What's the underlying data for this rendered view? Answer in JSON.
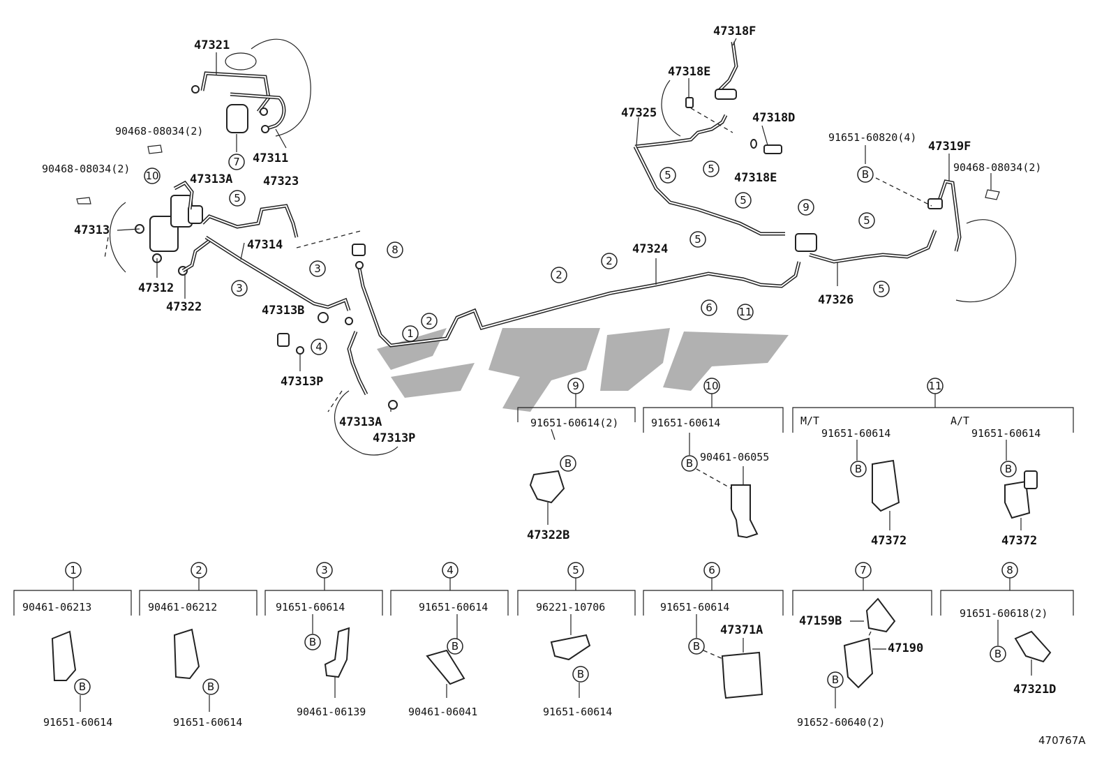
{
  "top_labels": {
    "l47321": "47321",
    "l47311": "47311",
    "l90468a": "90468-08034(2)",
    "l90468b": "90468-08034(2)",
    "l47313A": "47313A",
    "l47323": "47323",
    "l47313": "47313",
    "l47314": "47314",
    "l47312": "47312",
    "l47322": "47322",
    "l47313B": "47313B",
    "l47313P1": "47313P",
    "l47313A2": "47313A",
    "l47313P2": "47313P",
    "l47324": "47324",
    "l47318F": "47318F",
    "l47318E1": "47318E",
    "l47325": "47325",
    "l47318D": "47318D",
    "l47318E2": "47318E",
    "l91651_60820": "91651-60820(4)",
    "l47319F": "47319F",
    "l90468c": "90468-08034(2)",
    "l47326": "47326"
  },
  "circle_marks": {
    "c1": "1",
    "c2": "2",
    "c3": "3",
    "c4": "4",
    "c5": "5",
    "c6": "6",
    "c7": "7",
    "c8": "8",
    "c9": "9",
    "c10": "10",
    "c11": "11",
    "b": "B"
  },
  "details": {
    "d9": {
      "num": "9",
      "bolt": "91651-60614(2)",
      "part": "47322B"
    },
    "d10": {
      "num": "10",
      "bolt": "91651-60614",
      "clamp": "90461-06055"
    },
    "d11": {
      "num": "11",
      "mt": "M/T",
      "at": "A/T",
      "bolt_mt": "91651-60614",
      "bolt_at": "91651-60614",
      "part_mt": "47372",
      "part_at": "47372"
    },
    "d1": {
      "num": "1",
      "clamp": "90461-06213",
      "bolt": "91651-60614"
    },
    "d2": {
      "num": "2",
      "clamp": "90461-06212",
      "bolt": "91651-60614"
    },
    "d3": {
      "num": "3",
      "bolt": "91651-60614",
      "clamp": "90461-06139"
    },
    "d4": {
      "num": "4",
      "bolt": "91651-60614",
      "clamp": "90461-06041"
    },
    "d5": {
      "num": "5",
      "clamp": "96221-10706",
      "bolt": "91651-60614"
    },
    "d6": {
      "num": "6",
      "bolt": "91651-60614",
      "part": "47371A"
    },
    "d7": {
      "num": "7",
      "p1": "47159B",
      "p2": "47190",
      "bolt": "91652-60640(2)"
    },
    "d8": {
      "num": "8",
      "bolt": "91651-60618(2)",
      "part": "47321D"
    }
  },
  "diagram_ref": "470767A"
}
